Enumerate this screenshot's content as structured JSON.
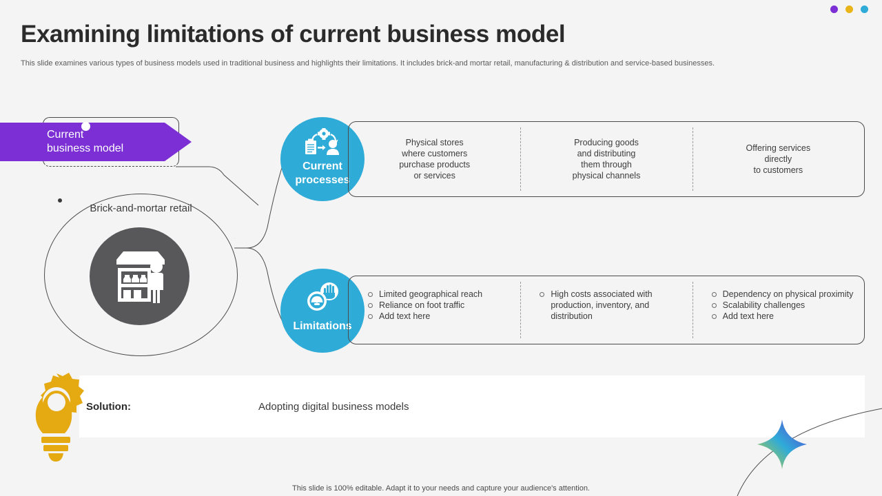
{
  "header": {
    "title": "Examining limitations of current business model",
    "subtitle": "This slide examines various types of business models used in traditional business and highlights their limitations. It includes brick-and mortar retail, manufacturing & distribution and service-based businesses."
  },
  "top_dots": [
    {
      "name": "dot-purple",
      "color": "#7b2fd4"
    },
    {
      "name": "dot-yellow",
      "color": "#e8b417"
    },
    {
      "name": "dot-blue",
      "color": "#2fabd8"
    }
  ],
  "banner": {
    "label": "Current\nbusiness model",
    "color": "#7b2fd4"
  },
  "model": {
    "label": "Brick-and-mortar retail",
    "icon": "storefront-icon",
    "circle_color": "#58585a"
  },
  "sections": [
    {
      "id": "processes",
      "circle_label": "Current\nprocesses",
      "icon": "process-gear-clipboard-person-icon",
      "circle_color": "#2fabd8",
      "columns": [
        {
          "type": "text",
          "text": "Physical stores\nwhere customers\npurchase products\nor services"
        },
        {
          "type": "text",
          "text": "Producing goods\nand distributing\nthem through\nphysical channels"
        },
        {
          "type": "text",
          "text": "Offering  services\ndirectly\nto customers"
        }
      ]
    },
    {
      "id": "limitations",
      "circle_label": "Limitations",
      "icon": "gauge-stop-hand-icon",
      "circle_color": "#2fabd8",
      "columns": [
        {
          "type": "list",
          "items": [
            "Limited geographical reach",
            "Reliance on foot traffic",
            "Add text here"
          ]
        },
        {
          "type": "list",
          "items": [
            "High costs associated with production, inventory,  and distribution"
          ]
        },
        {
          "type": "list",
          "items": [
            "Dependency on physical proximity",
            "Scalability challenges",
            "Add text here"
          ]
        }
      ]
    }
  ],
  "solution": {
    "label": "Solution:",
    "text": "Adopting digital business models",
    "icon": "lightbulb-gear-icon",
    "icon_color": "#e5a912"
  },
  "footer": {
    "text": "This slide is 100% editable. Adapt it to your needs and capture your audience's attention."
  },
  "decorations": {
    "sparkle": "four-point-star-sparkle",
    "arc": "curved-arc-line"
  }
}
